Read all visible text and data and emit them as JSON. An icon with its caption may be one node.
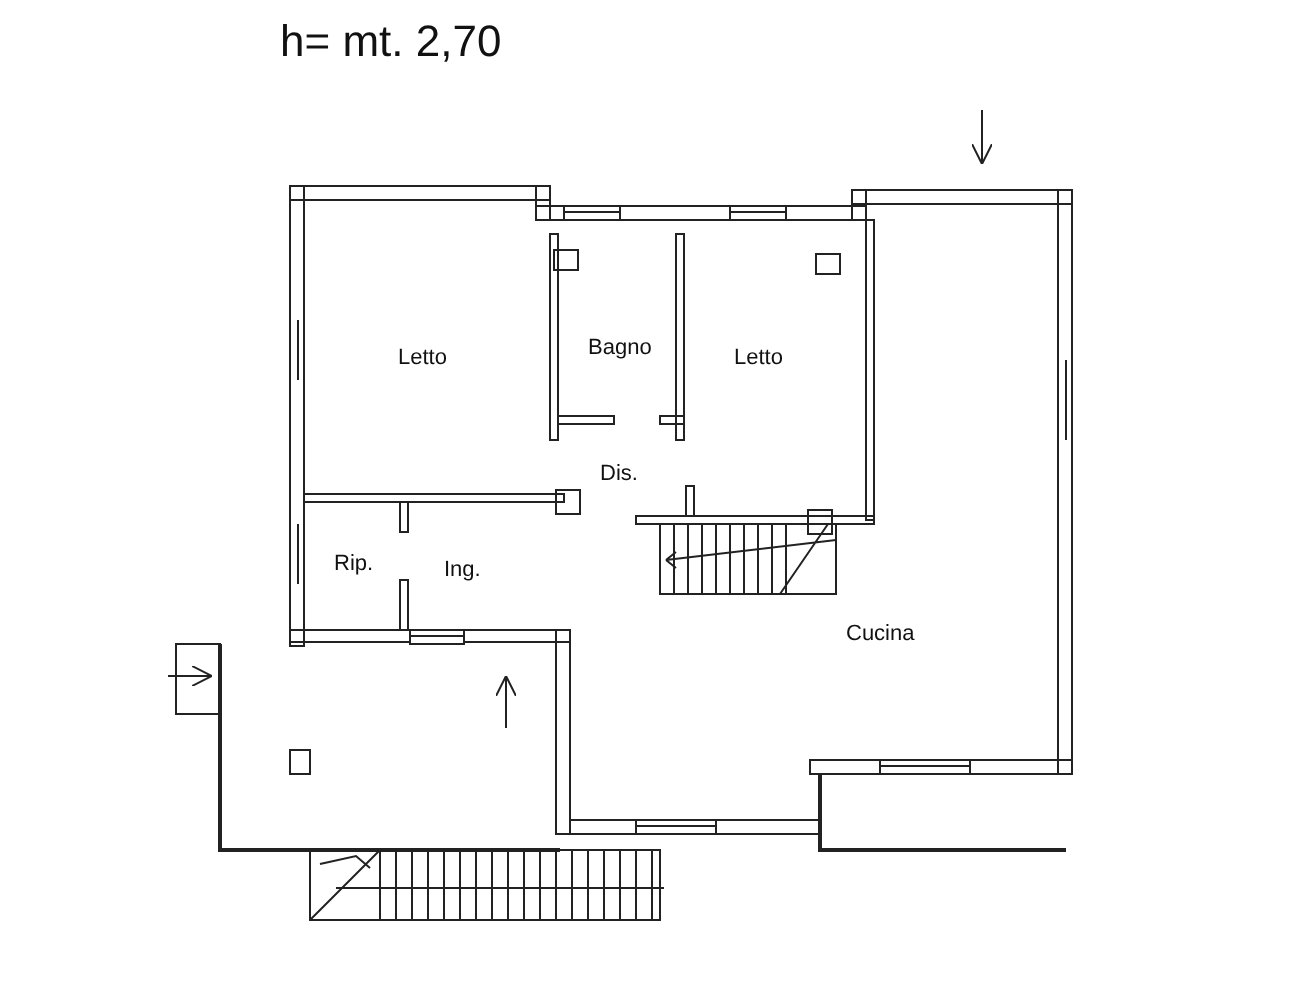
{
  "diagram": {
    "title": "h= mt. 2,70",
    "labels": [
      "Letto",
      "Bagno",
      "Letto",
      "Dis.",
      "Rip.",
      "Ing.",
      "Cucina"
    ]
  }
}
